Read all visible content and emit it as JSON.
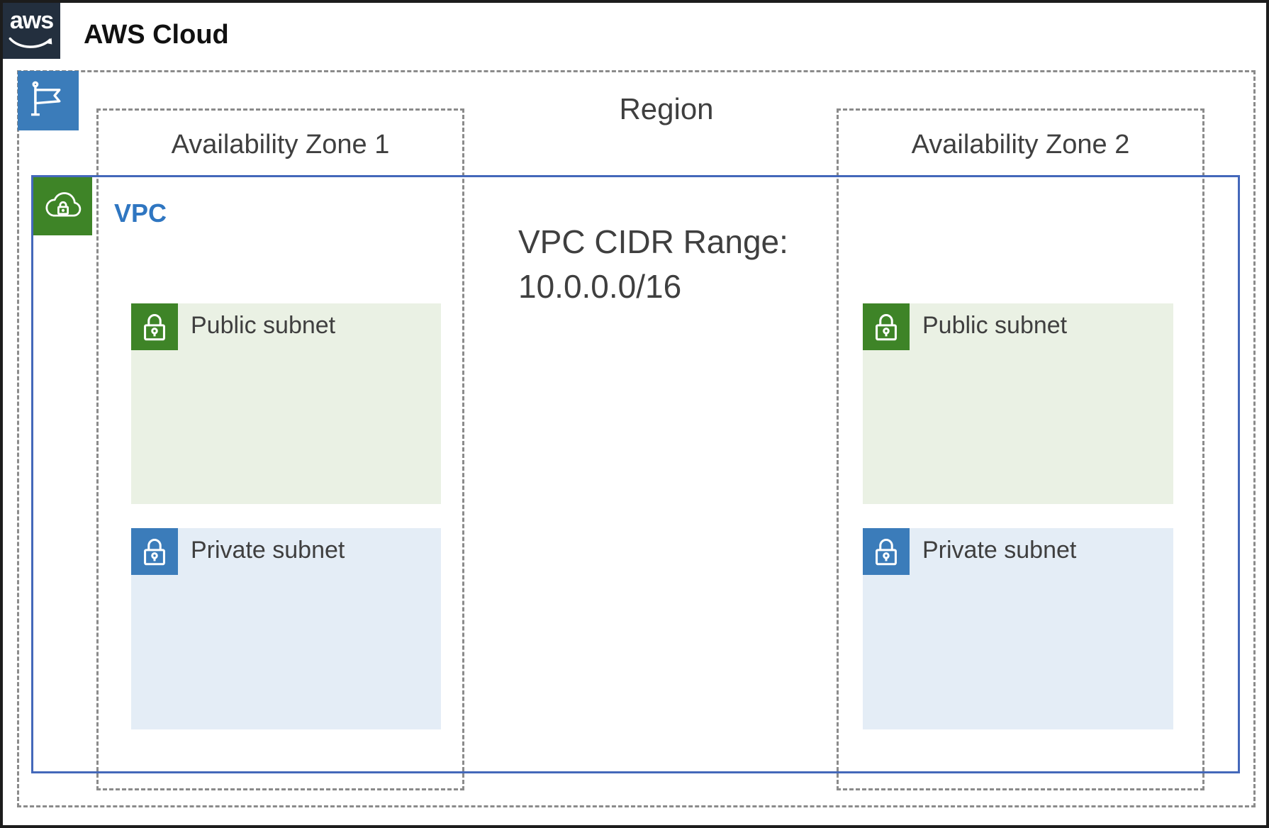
{
  "header": {
    "logo_text": "aws",
    "title": "AWS Cloud"
  },
  "region": {
    "label": "Region"
  },
  "availability_zones": [
    {
      "label": "Availability Zone 1"
    },
    {
      "label": "Availability Zone 2"
    }
  ],
  "vpc": {
    "label": "VPC",
    "cidr_line1": "VPC CIDR Range:",
    "cidr_line2": "10.0.0.0/16"
  },
  "subnets": [
    {
      "az": 1,
      "type": "public",
      "label": "Public subnet"
    },
    {
      "az": 1,
      "type": "private",
      "label": "Private subnet"
    },
    {
      "az": 2,
      "type": "public",
      "label": "Public subnet"
    },
    {
      "az": 2,
      "type": "private",
      "label": "Private subnet"
    }
  ],
  "colors": {
    "navy": "#232f3e",
    "black": "#1c1c1c",
    "dashgray": "#8b8b8b",
    "textdark": "#3f3f3f",
    "vpcborder": "#4468ba",
    "vpclabel": "#2f76c1",
    "greenicon": "#3e8427",
    "blueicon": "#3b7cba",
    "publicbg": "#eaf1e4",
    "privatebg": "#e4edf6",
    "titleblack": "#111111"
  }
}
